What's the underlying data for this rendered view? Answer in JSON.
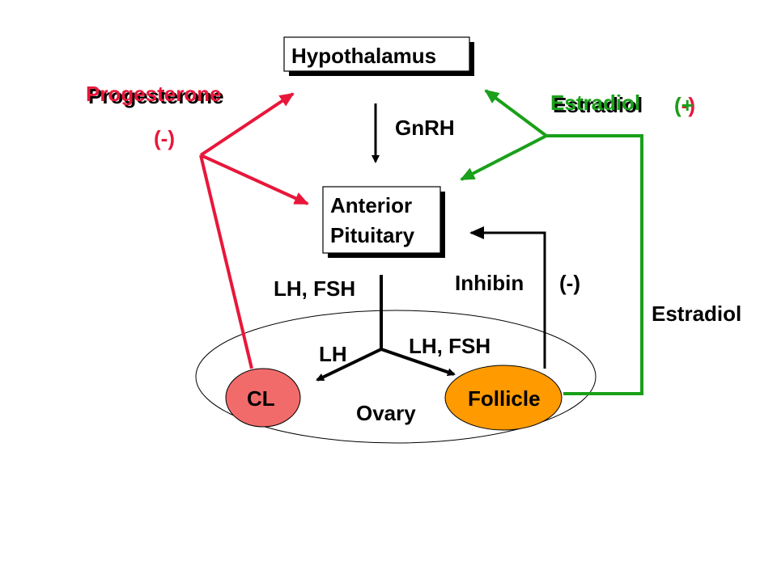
{
  "nodes": {
    "hypothalamus": "Hypothalamus",
    "anterior_pituitary_line1": "Anterior",
    "anterior_pituitary_line2": "Pituitary",
    "ovary": "Ovary",
    "cl": "CL",
    "follicle": "Follicle"
  },
  "hormones": {
    "gnrh": "GnRH",
    "lh_fsh_pituitary": "LH, FSH",
    "lh_to_cl": "LH",
    "lh_fsh_to_follicle": "LH, FSH",
    "inhibin": "Inhibin",
    "inhibin_effect": "(-)",
    "estradiol_side": "Estradiol",
    "progesterone": "Progesterone",
    "progesterone_effect": "(-)",
    "estradiol_feedback": "Estradiol",
    "estradiol_effect_plus": "(+",
    "estradiol_effect_minus": "(-)"
  },
  "colors": {
    "progesterone": "#e8173a",
    "estradiol": "#1aa01a",
    "black": "#000000",
    "cl_fill": "#f26b6b",
    "follicle_fill": "#ff9a00"
  }
}
